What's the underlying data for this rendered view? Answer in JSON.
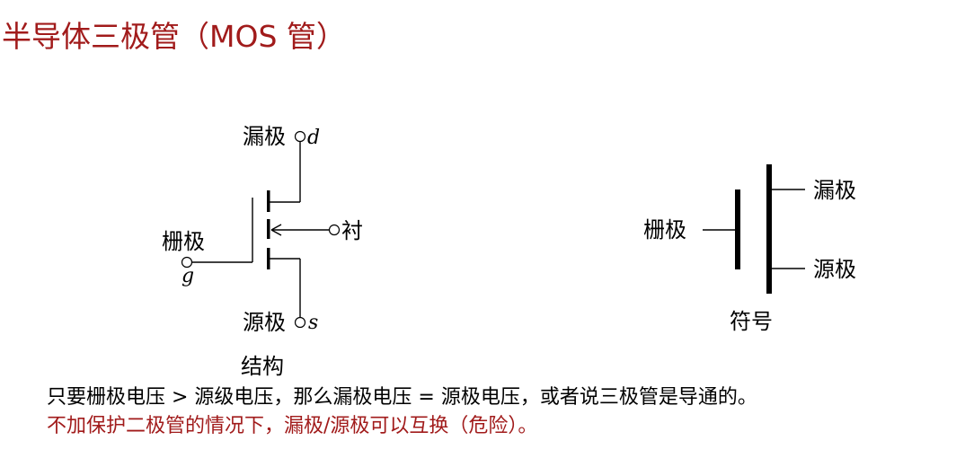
{
  "title": "半导体三极管（MOS 管）",
  "structure": {
    "drain_label": "漏极",
    "drain_symbol": "d",
    "gate_label": "栅极",
    "gate_symbol": "g",
    "substrate_label": "衬",
    "source_label": "源极",
    "source_symbol": "s",
    "caption": "结构"
  },
  "symbol": {
    "gate_label": "栅极",
    "drain_label": "漏极",
    "source_label": "源极",
    "caption": "符号"
  },
  "notes": {
    "line1": "只要栅极电压 > 源级电压，那么漏极电压 = 源极电压，或者说三极管是导通的。",
    "line2": "不加保护二极管的情况下，漏极/源极可以互换（危险）。"
  },
  "colors": {
    "accent": "#a11b1b",
    "ink": "#000000"
  }
}
